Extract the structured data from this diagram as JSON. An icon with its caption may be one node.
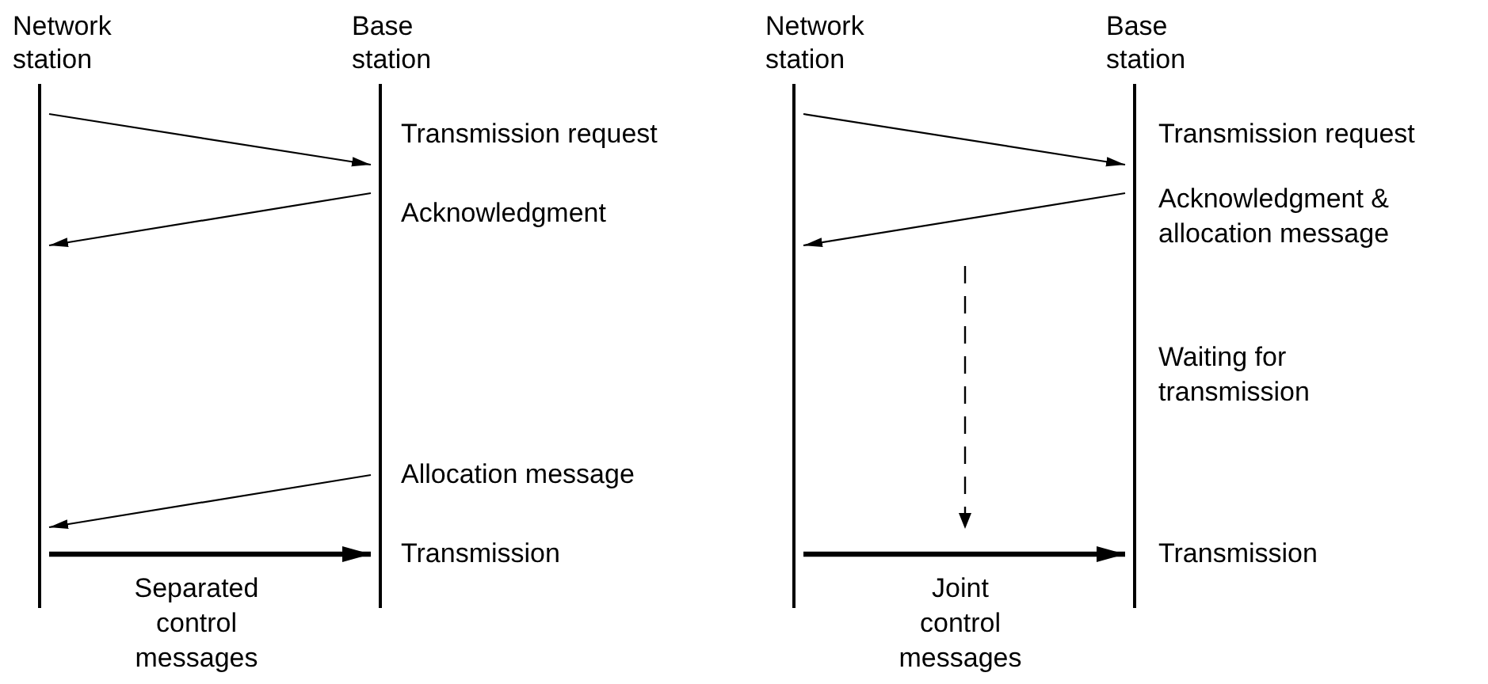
{
  "diagram": {
    "nodes": [
      {
        "text": [
          "Network station"
        ]
      },
      {
        "text": [
          "Base station"
        ]
      },
      {
        "text": [
          "Network station"
        ]
      },
      {
        "text": [
          "Base station"
        ]
      }
    ],
    "edges": [
      {
        "from": 0,
        "to": 1,
        "arrow": "to",
        "label": "Transmission request"
      },
      {
        "from": 1,
        "to": 0,
        "arrow": "to",
        "label": "Acknowledgment"
      },
      {
        "from": 1,
        "to": 0,
        "arrow": "to",
        "label": "Allocation message"
      },
      {
        "from": 0,
        "to": 1,
        "arrow": "to",
        "label": "Transmission",
        "style": "thick"
      },
      {
        "from": 2,
        "to": 3,
        "arrow": "to",
        "label": "Transmission request"
      },
      {
        "from": 3,
        "to": 2,
        "arrow": "to",
        "label": "Acknowledgment & allocation message"
      },
      {
        "from": 2,
        "to": 3,
        "arrow": "to",
        "label": "Transmission",
        "style": "thick"
      }
    ],
    "labels": [
      "Separated control messages",
      "Waiting for transmission",
      "Joint control messages"
    ]
  }
}
